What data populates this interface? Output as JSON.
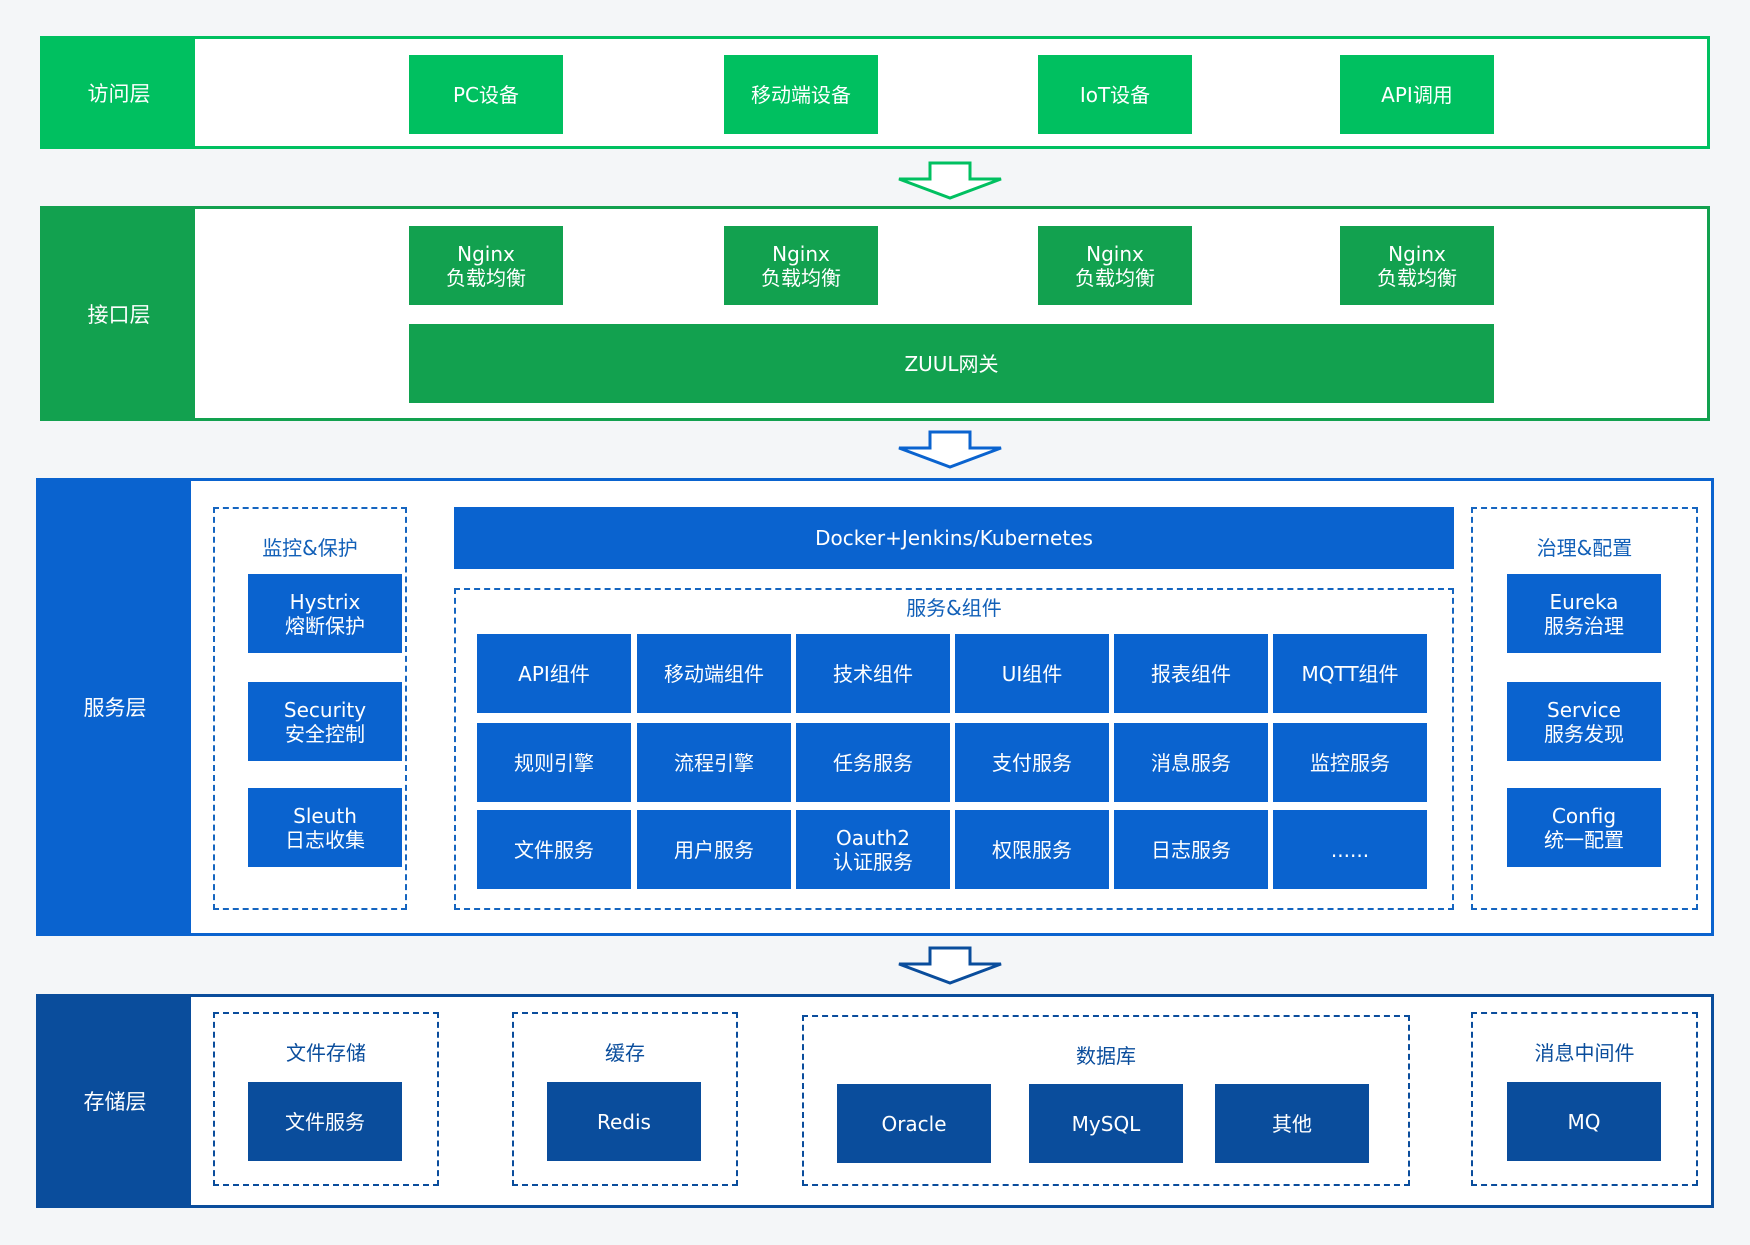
{
  "colors": {
    "access_green": "#00c060",
    "interface_green": "#12a14f",
    "service_blue": "#0a63cf",
    "storage_blue": "#0a4d9c"
  },
  "access_layer": {
    "label": "访问层",
    "devices": [
      "PC设备",
      "移动端设备",
      "IoT设备",
      "API调用"
    ]
  },
  "interface_layer": {
    "label": "接口层",
    "nginx": [
      {
        "line1": "Nginx",
        "line2": "负载均衡"
      },
      {
        "line1": "Nginx",
        "line2": "负载均衡"
      },
      {
        "line1": "Nginx",
        "line2": "负载均衡"
      },
      {
        "line1": "Nginx",
        "line2": "负载均衡"
      }
    ],
    "gateway": "ZUUL网关"
  },
  "service_layer": {
    "label": "服务层",
    "monitor": {
      "title": "监控&保护",
      "items": [
        {
          "line1": "Hystrix",
          "line2": "熔断保护"
        },
        {
          "line1": "Security",
          "line2": "安全控制"
        },
        {
          "line1": "Sleuth",
          "line2": "日志收集"
        }
      ]
    },
    "devops_bar": "Docker+Jenkins/Kubernetes",
    "components": {
      "title": "服务&组件",
      "rows": [
        [
          {
            "line1": "API组件"
          },
          {
            "line1": "移动端组件"
          },
          {
            "line1": "技术组件"
          },
          {
            "line1": "UI组件"
          },
          {
            "line1": "报表组件"
          },
          {
            "line1": "MQTT组件"
          }
        ],
        [
          {
            "line1": "规则引擎"
          },
          {
            "line1": "流程引擎"
          },
          {
            "line1": "任务服务"
          },
          {
            "line1": "支付服务"
          },
          {
            "line1": "消息服务"
          },
          {
            "line1": "监控服务"
          }
        ],
        [
          {
            "line1": "文件服务"
          },
          {
            "line1": "用户服务"
          },
          {
            "line1": "Oauth2",
            "line2": "认证服务"
          },
          {
            "line1": "权限服务"
          },
          {
            "line1": "日志服务"
          },
          {
            "line1": "......"
          }
        ]
      ]
    },
    "governance": {
      "title": "治理&配置",
      "items": [
        {
          "line1": "Eureka",
          "line2": "服务治理"
        },
        {
          "line1": "Service",
          "line2": "服务发现"
        },
        {
          "line1": "Config",
          "line2": "统一配置"
        }
      ]
    }
  },
  "storage_layer": {
    "label": "存储层",
    "file_storage": {
      "title": "文件存储",
      "item": "文件服务"
    },
    "cache": {
      "title": "缓存",
      "item": "Redis"
    },
    "database": {
      "title": "数据库",
      "items": [
        "Oracle",
        "MySQL",
        "其他"
      ]
    },
    "message_middleware": {
      "title": "消息中间件",
      "item": "MQ"
    }
  }
}
